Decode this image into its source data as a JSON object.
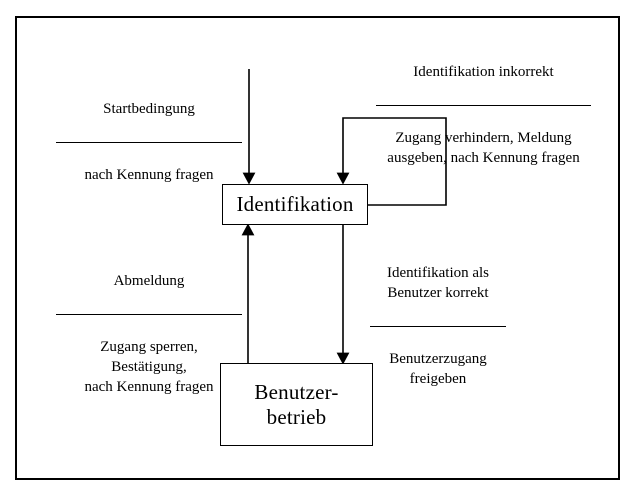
{
  "diagram": {
    "title": "Zustandsdiagramm Identifikation / Benutzerbetrieb",
    "stroke_color": "#000000",
    "background_color": "#ffffff"
  },
  "states": [
    {
      "id": "identifikation",
      "label": "Identifikation"
    },
    {
      "id": "benutzerbetrieb",
      "label": "Benutzer-\nbetrieb"
    }
  ],
  "transitions": [
    {
      "id": "start",
      "condition": "Startbedingung",
      "action": "nach Kennung fragen"
    },
    {
      "id": "inkorrekt",
      "condition": "Identifikation inkorrekt",
      "action": "Zugang verhindern, Meldung\nausgeben, nach Kennung fragen"
    },
    {
      "id": "abmeldung",
      "condition": "Abmeldung",
      "action": "Zugang sperren,\nBestätigung,\nnach Kennung fragen"
    },
    {
      "id": "korrekt",
      "condition": "Identifikation als\nBenutzer korrekt",
      "action": "Benutzerzugang\nfreigeben"
    }
  ]
}
